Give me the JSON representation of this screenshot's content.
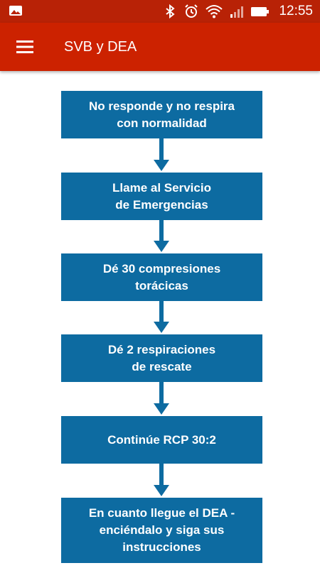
{
  "status_bar": {
    "time": "12:55",
    "icons": [
      "gallery-icon",
      "bluetooth-icon",
      "alarm-icon",
      "wifi-icon",
      "signal-icon",
      "battery-icon"
    ]
  },
  "app_bar": {
    "title": "SVB y DEA",
    "menu_icon": "menu-icon",
    "color": "#cc2200"
  },
  "flow": {
    "box_color": "#0d6ba1",
    "steps": [
      {
        "text": "No responde y no respira\ncon normalidad"
      },
      {
        "text": "Llame al Servicio\nde Emergencias"
      },
      {
        "text": "Dé 30 compresiones\ntorácicas"
      },
      {
        "text": "Dé 2 respiraciones\nde rescate"
      },
      {
        "text": "Continúe RCP 30:2"
      },
      {
        "text": "En cuanto llegue el DEA -\nenciéndalo y siga sus\ninstrucciones"
      }
    ]
  }
}
